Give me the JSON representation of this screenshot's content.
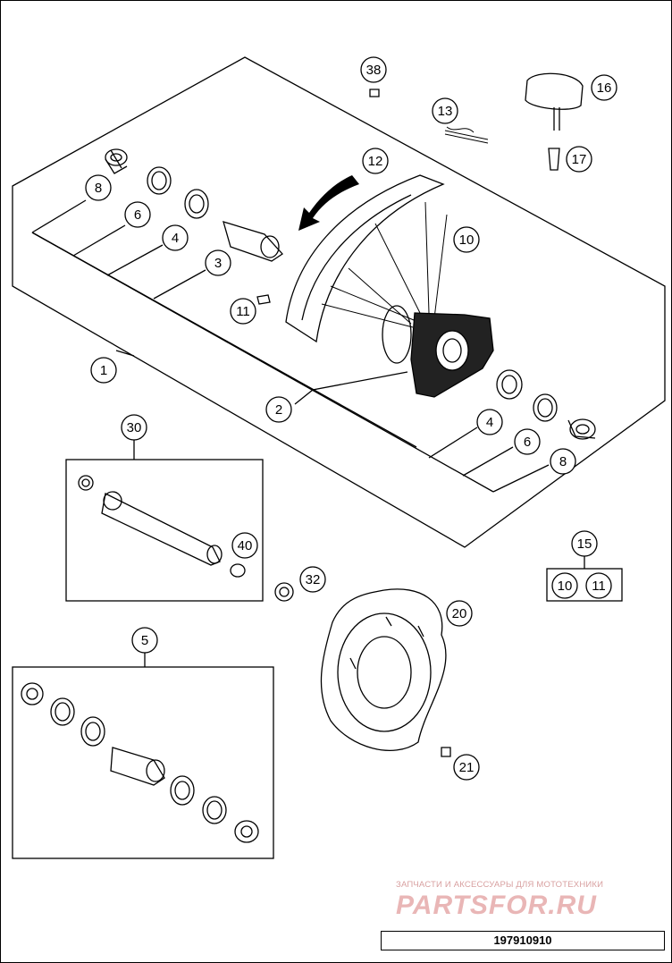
{
  "callouts": {
    "c38": "38",
    "c16": "16",
    "c13": "13",
    "c17": "17",
    "c12": "12",
    "c8a": "8",
    "c6a": "6",
    "c4a": "4",
    "c3": "3",
    "c10a": "10",
    "c11a": "11",
    "c1": "1",
    "c2": "2",
    "c4b": "4",
    "c6b": "6",
    "c8b": "8",
    "c30": "30",
    "c40": "40",
    "c32": "32",
    "c15": "15",
    "c10b": "10",
    "c11b": "11",
    "c20": "20",
    "c5": "5",
    "c21": "21"
  },
  "watermark": {
    "tagline": "ЗАПЧАСТИ И АКСЕССУАРЫ ДЛЯ МОТОТЕХНИКИ",
    "logo": "PARTSFOR.RU"
  },
  "drawing_number": "197910910"
}
